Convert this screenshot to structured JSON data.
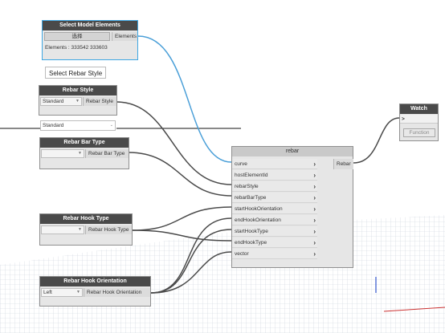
{
  "nodes": {
    "select_model": {
      "title": "Select Model Elements",
      "button_label": "选择",
      "output_label": "Elements",
      "status_text": "Elements : 333542 333603"
    },
    "tooltip": "Select Rebar Style",
    "rebar_style": {
      "title": "Rebar Style",
      "dropdown_value": "Standard",
      "output_label": "Rebar Style"
    },
    "floating_dropdown": {
      "value": "Standard"
    },
    "rebar_bar_type": {
      "title": "Rebar Bar Type",
      "dropdown_value": "",
      "output_label": "Rebar Bar Type"
    },
    "rebar_hook_type": {
      "title": "Rebar Hook Type",
      "dropdown_value": "",
      "output_label": "Rebar Hook Type"
    },
    "rebar_hook_orientation": {
      "title": "Rebar Hook Orientation",
      "dropdown_value": "Left",
      "output_label": "Rebar Hook Orientation"
    },
    "rebar": {
      "title": "rebar",
      "inputs": [
        "curve",
        "hostElementId",
        "rebarStyle",
        "rebarBarType",
        "startHookOrientation",
        "endHookOrientation",
        "startHookType",
        "endHookType",
        "vector"
      ],
      "output_label": "Rebar"
    },
    "watch": {
      "title": "Watch",
      "input_label": ">",
      "value_text": "Function"
    }
  },
  "colors": {
    "wire": "#4a4a4a",
    "selected_wire": "#4a9fd8",
    "node_header": "#4a4a4a",
    "node_body": "#e6e6e6",
    "grid": "#c8d0dc"
  },
  "icons": {
    "input_arrow": "chevron-right-icon",
    "dropdown_arrow": "chevron-down-icon"
  }
}
